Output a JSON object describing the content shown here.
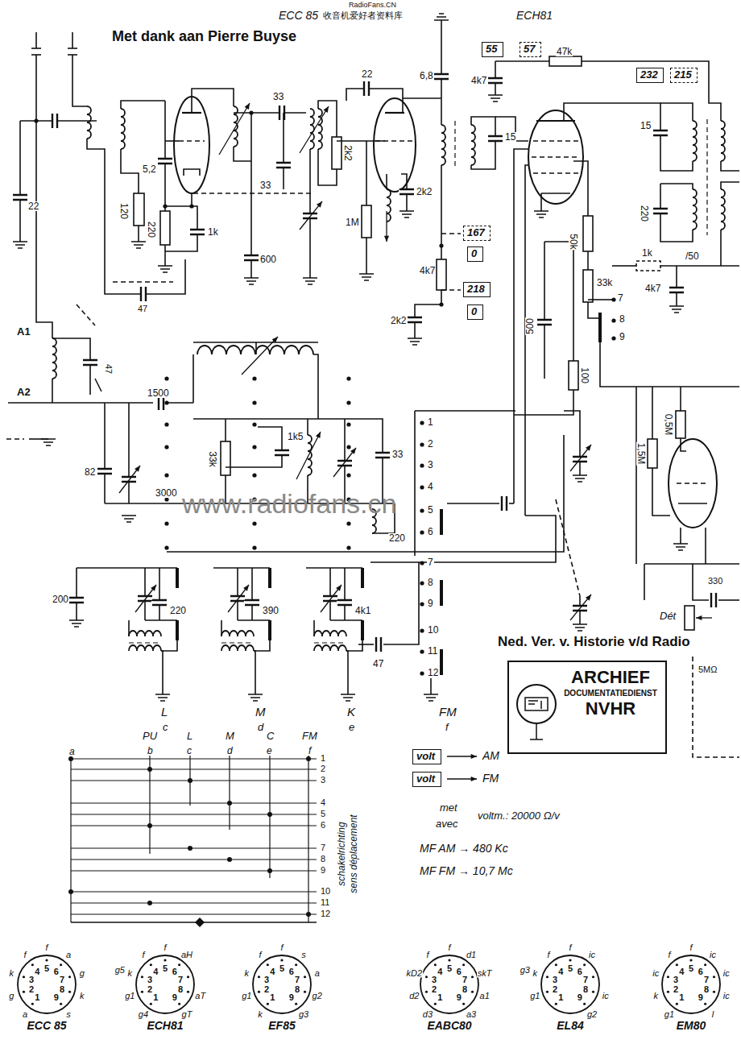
{
  "diagram": {
    "nodes": [
      {
        "text": [
          "55"
        ]
      },
      {
        "text": [
          "57"
        ]
      },
      {
        "text": [
          "232"
        ]
      },
      {
        "text": [
          "215"
        ]
      },
      {
        "text": [
          "167"
        ]
      },
      {
        "text": [
          "0"
        ]
      },
      {
        "text": [
          "218"
        ]
      },
      {
        "text": [
          "0"
        ]
      },
      {
        "text": [
          "volt"
        ]
      },
      {
        "text": [
          "volt"
        ]
      },
      {
        "text": [
          "ARCHIEF",
          "DOCUMENTATIEDIENST",
          "NVHR"
        ]
      },
      {
        "text": [
          "ECC 85"
        ]
      },
      {
        "text": [
          "ECH81"
        ]
      },
      {
        "text": [
          "EF85"
        ]
      },
      {
        "text": [
          "EABC80"
        ]
      },
      {
        "text": [
          "EL84"
        ]
      },
      {
        "text": [
          "EM80"
        ]
      }
    ],
    "labels": [
      "RadioFans.CN",
      "收音机爱好者资料库",
      "ECC 85",
      "ECH81",
      "Met dank aan Pierre Buyse",
      "22",
      "5,2",
      "120",
      "220",
      "1k",
      "47",
      "33",
      "33",
      "600",
      "22",
      "2k2",
      "6,8",
      "2k2",
      "15",
      "1M",
      "4k7",
      "2k2",
      "4k7",
      "47k",
      "50k",
      "33k",
      "500",
      "100",
      "1k",
      "4k7",
      "/50",
      "15",
      "220",
      "1,5M",
      "0,5M",
      "7",
      "8",
      "9",
      "A1",
      "A2",
      "47",
      "1500",
      "82",
      "3000",
      "33k",
      "1k5",
      "33",
      "220",
      "1",
      "2",
      "3",
      "4",
      "5",
      "6",
      "7",
      "8",
      "9",
      "10",
      "11",
      "12",
      "200",
      "220",
      "390",
      "4k1",
      "47",
      "L",
      "c",
      "M",
      "d",
      "K",
      "e",
      "FM",
      "f",
      "Dét",
      "330",
      "5MΩ",
      "Ned. Ver. v. Historie v/d Radio",
      "www.radiofans.cn",
      "a",
      "PU",
      "b",
      "L",
      "c",
      "M",
      "d",
      "C",
      "e",
      "FM",
      "f",
      "1",
      "2",
      "3",
      "4",
      "5",
      "6",
      "7",
      "8",
      "9",
      "10",
      "11",
      "12",
      "schakelrichting",
      "sens déplacement",
      "AM",
      "FM",
      "met",
      "avec",
      "voltm.: 20000 Ω/v",
      "MF AM → 480 Kc",
      "MF FM → 10,7 Mc",
      "1",
      "2",
      "3",
      "4",
      "5",
      "6",
      "7",
      "8",
      "9",
      "a",
      "g",
      "k",
      "f",
      "f",
      "a",
      "g",
      "k",
      "s",
      "1",
      "2",
      "3",
      "4",
      "5",
      "6",
      "7",
      "8",
      "9",
      "g4",
      "g1",
      "k",
      "g5",
      "f",
      "f",
      "aH",
      "aT",
      "gT",
      "1",
      "2",
      "3",
      "4",
      "5",
      "6",
      "7",
      "8",
      "9",
      "k",
      "g1",
      "k",
      "f",
      "f",
      "s",
      "a",
      "g2",
      "g3",
      "1",
      "2",
      "3",
      "4",
      "5",
      "6",
      "7",
      "8",
      "9",
      "d3",
      "d2",
      "kD2",
      "f",
      "f",
      "d1",
      "skT",
      "a1",
      "a3",
      "1",
      "2",
      "3",
      "4",
      "5",
      "6",
      "7",
      "8",
      "9",
      "g1",
      "k",
      "g3",
      "f",
      "f",
      "ic",
      "ic",
      "g2",
      "1",
      "2",
      "3",
      "4",
      "5",
      "6",
      "7",
      "8",
      "9",
      "g1",
      "k",
      "ic",
      "f",
      "f",
      "ic",
      "ic",
      "ic",
      "l"
    ]
  }
}
